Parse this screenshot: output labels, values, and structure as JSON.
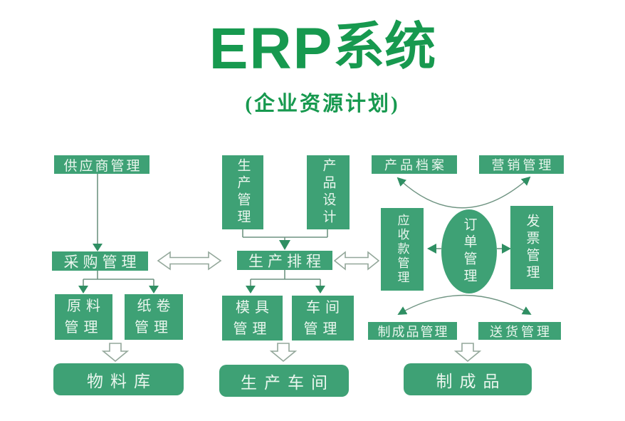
{
  "colors": {
    "title_green": "#17994f",
    "box_green": "#3ea175",
    "box_text": "#eaf6ee",
    "line": "#6f9482",
    "solid_arrow": "#2f8f63",
    "hollow_stroke": "#93a79a",
    "background": "#ffffff"
  },
  "header": {
    "title_latin": "ERP",
    "title_cjk": "系统",
    "subtitle": "(企业资源计划)"
  },
  "nodes": {
    "supplier": "供应商管理",
    "purchasing": "采购管理",
    "raw_material": "原料\n管理",
    "paper_roll": "纸卷\n管理",
    "material_warehouse": "物料库",
    "production_mgmt": "生产管理",
    "product_design": "产品设计",
    "production_scheduling": "生产排程",
    "mold": "模具\n管理",
    "workshop": "车间\n管理",
    "production_workshop": "生产车间",
    "product_archives": "产品档案",
    "marketing": "营销管理",
    "receivables": "应收款管理",
    "order": "订单管理",
    "invoice": "发票管理",
    "finished_goods_mgmt": "制成品管理",
    "delivery": "送货管理",
    "finished_goods": "制成品"
  }
}
